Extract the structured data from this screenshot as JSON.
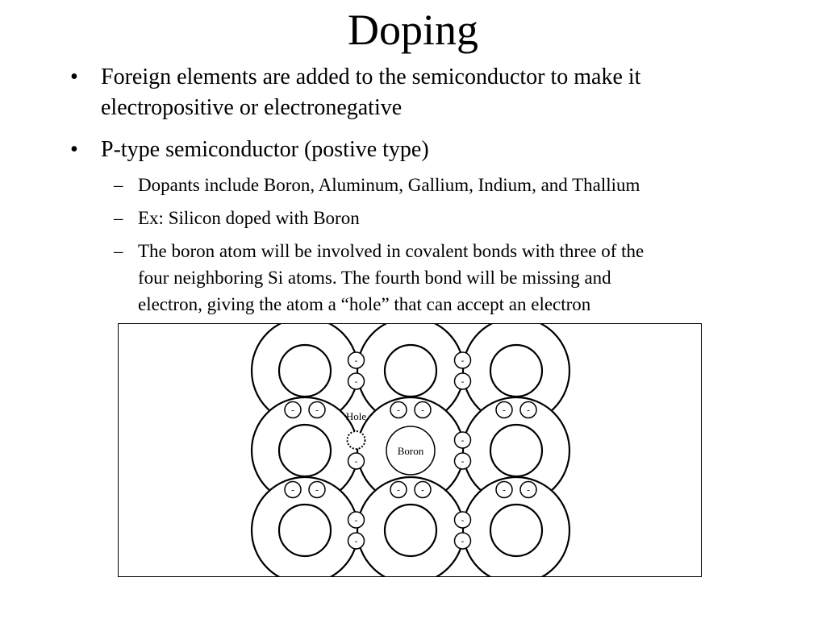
{
  "slide": {
    "title": "Doping",
    "bullets": [
      {
        "marker": "•",
        "lines": [
          "Foreign elements are added to the semiconductor to make it",
          "electropositive or electronegative"
        ]
      },
      {
        "marker": "•",
        "lines": [
          "P-type semiconductor (postive type)"
        ]
      }
    ],
    "sub_bullets": [
      {
        "marker": "–",
        "lines": [
          "Dopants include Boron, Aluminum, Gallium, Indium, and Thallium"
        ]
      },
      {
        "marker": "–",
        "lines": [
          "Ex: Silicon doped with Boron"
        ]
      },
      {
        "marker": "–",
        "lines": [
          "The boron atom will be involved in covalent bonds with three of the",
          "four neighboring Si atoms.  The fourth bond will be missing and",
          "electron, giving the atom a “hole” that can accept an electron"
        ]
      }
    ]
  },
  "diagram": {
    "hole_label": "Hole",
    "boron_label": "Boron",
    "electron_symbol": "-"
  }
}
